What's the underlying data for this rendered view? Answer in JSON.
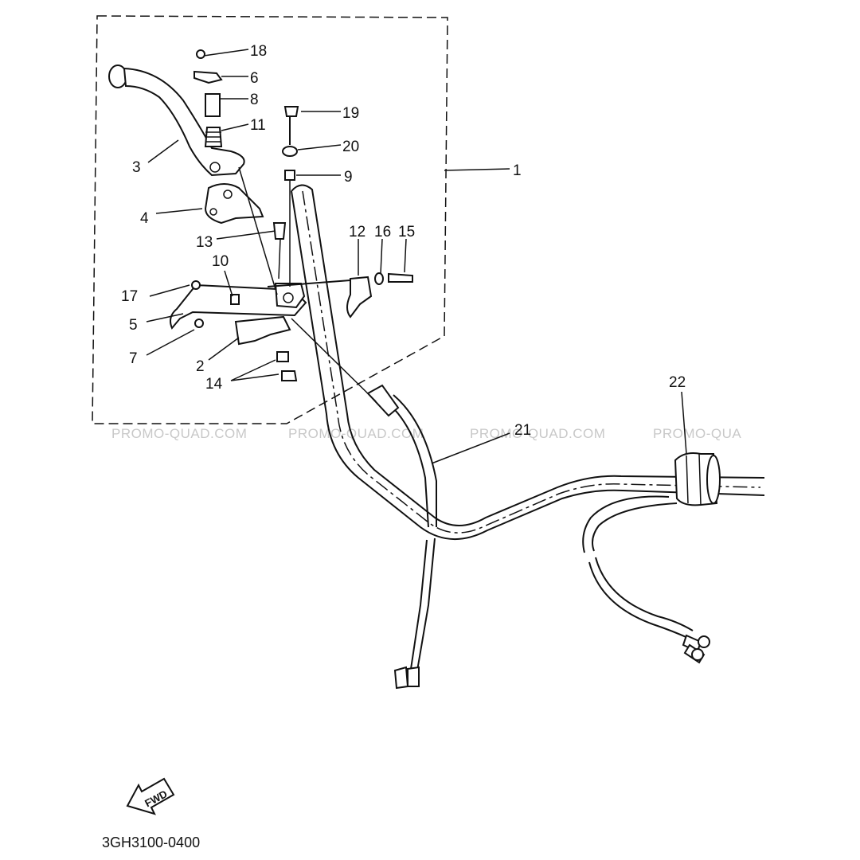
{
  "labels": {
    "p1": "1",
    "p2": "2",
    "p3": "3",
    "p4": "4",
    "p5": "5",
    "p6": "6",
    "p7": "7",
    "p8": "8",
    "p9": "9",
    "p10": "10",
    "p11": "11",
    "p12": "12",
    "p13": "13",
    "p14": "14",
    "p15": "15",
    "p16": "16",
    "p17": "17",
    "p18": "18",
    "p19": "19",
    "p20": "20",
    "p21": "21",
    "p22": "22"
  },
  "watermarks": [
    "PROMO-QUAD.COM",
    "PROMO-QUAD.COM",
    "PROMO-QUAD.COM",
    "PROMO-QUA"
  ],
  "fwd_label": "FWD",
  "diagram_code": "3GH3100-0400"
}
